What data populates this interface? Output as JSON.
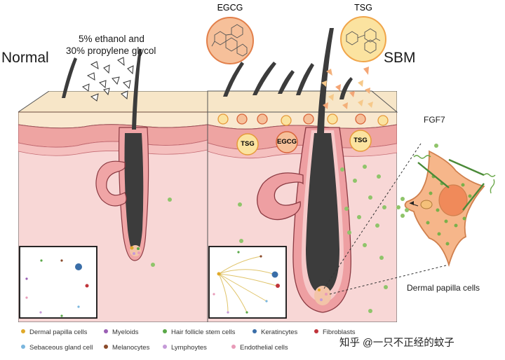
{
  "labels": {
    "normal": "Normal",
    "sbm": "SBM",
    "vehicle_line1": "5% ethanol and",
    "vehicle_line2": "30% propylene glycol",
    "egcg": "EGCG",
    "tsg": "TSG",
    "chip_tsg": "TSG",
    "chip_egcg": "EGCG",
    "fgf7": "FGF7",
    "dermal_papilla_cells": "Dermal papilla cells"
  },
  "legend": [
    {
      "label": "Dermal papilla cells",
      "color": "#e0a92a"
    },
    {
      "label": "Myeloids",
      "color": "#9a5fb4"
    },
    {
      "label": "Hair follicle stem cells",
      "color": "#5aa848"
    },
    {
      "label": "Keratincytes",
      "color": "#3a6ea8"
    },
    {
      "label": "Fibroblasts",
      "color": "#c0343a"
    },
    {
      "label": "Sebaceous gland cell",
      "color": "#7ab6de"
    },
    {
      "label": "Melanocytes",
      "color": "#8a4a2a"
    },
    {
      "label": "Lymphoytes",
      "color": "#c59ad8"
    },
    {
      "label": "Endothelial cells",
      "color": "#e89bb8"
    }
  ],
  "watermark": "知乎 @一只不正经的蚊子",
  "colors": {
    "skin_top": "#f7e3c4",
    "dermis": "#f7d9d6",
    "dermis_band": "#eba3a0",
    "hair": "#3c3c3c",
    "molecule_egcg": "#f6c09a",
    "molecule_tsg": "#fbe3a0",
    "cell_fill": "#f6b68a",
    "dot_green": "#8fc46a"
  }
}
